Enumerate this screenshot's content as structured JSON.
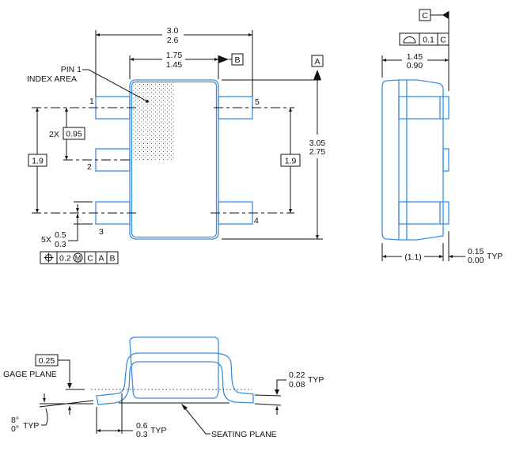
{
  "colors": {
    "outline": "#3a8fe0",
    "ink": "#111111"
  },
  "top_view": {
    "overall_width": {
      "max": "3.0",
      "min": "2.6"
    },
    "body_width": {
      "max": "1.75",
      "min": "1.45"
    },
    "datum_b": "B",
    "datum_a": "A",
    "pin1_label_line1": "PIN 1",
    "pin1_label_line2": "INDEX AREA",
    "pins": [
      "1",
      "2",
      "3",
      "4",
      "5"
    ],
    "pitch_prefix": "2X",
    "pitch": "0.95",
    "span_left": "1.9",
    "span_right": "1.9",
    "length": {
      "max": "3.05",
      "min": "2.75"
    },
    "lead_width_prefix": "5X",
    "lead_width": {
      "max": "0.5",
      "min": "0.3"
    },
    "fcf": {
      "tolerance": "0.2",
      "modifier": "M",
      "datums": [
        "C",
        "A",
        "B"
      ]
    }
  },
  "side_view": {
    "datum_c": "C",
    "flatness_tol": "0.1",
    "flatness_datum": "C",
    "height": {
      "max": "1.45",
      "min": "0.90"
    },
    "ref_dim": "(1.1)",
    "standoff": {
      "max": "0.15",
      "min": "0.00"
    },
    "standoff_suffix": "TYP"
  },
  "end_view": {
    "gage_value": "0.25",
    "gage_label": "GAGE PLANE",
    "angle": {
      "max": "8°",
      "min": "0°"
    },
    "angle_suffix": "TYP",
    "foot_length": {
      "max": "0.6",
      "min": "0.3"
    },
    "foot_suffix": "TYP",
    "lead_thk": {
      "max": "0.22",
      "min": "0.08"
    },
    "lead_thk_suffix": "TYP",
    "seating_label": "SEATING PLANE"
  }
}
